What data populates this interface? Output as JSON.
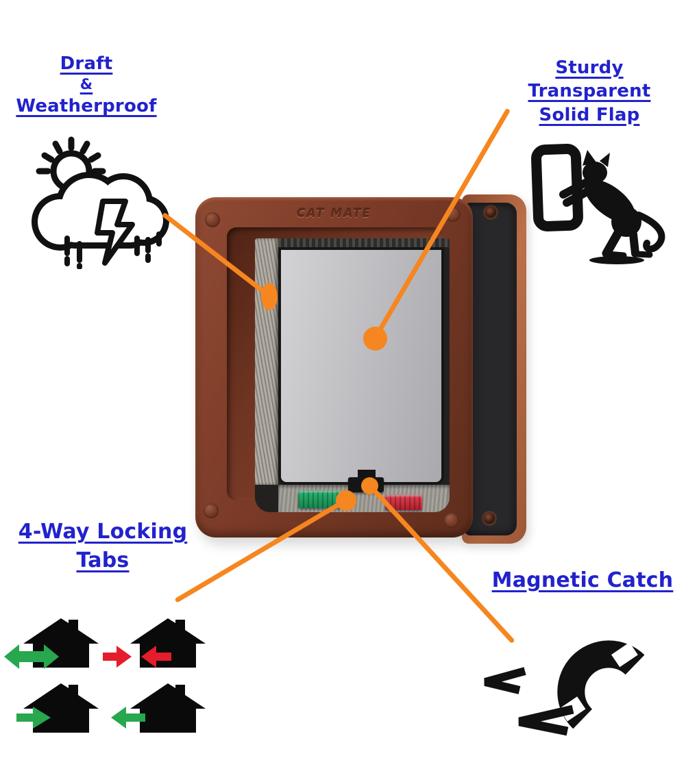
{
  "callouts": {
    "weatherproof": {
      "line1": "Draft",
      "line2": "&",
      "line3": "Weatherproof",
      "icon": "storm-cloud-icon"
    },
    "solid_flap": {
      "line1": "Sturdy",
      "line2": "Transparent",
      "line3": "Solid Flap",
      "icon": "cat-door-icon"
    },
    "locking_tabs": {
      "line1": "4-Way Locking",
      "line2": "Tabs",
      "icon": "four-houses-icon"
    },
    "magnetic_catch": {
      "line1": "Magnetic Catch",
      "icon": "magnet-icon"
    }
  },
  "product": {
    "brand_embossed": "CAT MATE"
  },
  "colors": {
    "accent_orange": "#f6861f",
    "label_blue": "#2222cd",
    "frame_brown": "#7a3b27",
    "rear_frame_brown": "#b06a45",
    "flap_gray": "#bcbbbf",
    "brush_gray": "#a09c94",
    "tab_green": "#1fa05e",
    "tab_red": "#d82433",
    "catch_black": "#151515",
    "icon_black": "#111111",
    "arrow_green": "#27a74e",
    "arrow_red": "#e51c2b"
  }
}
